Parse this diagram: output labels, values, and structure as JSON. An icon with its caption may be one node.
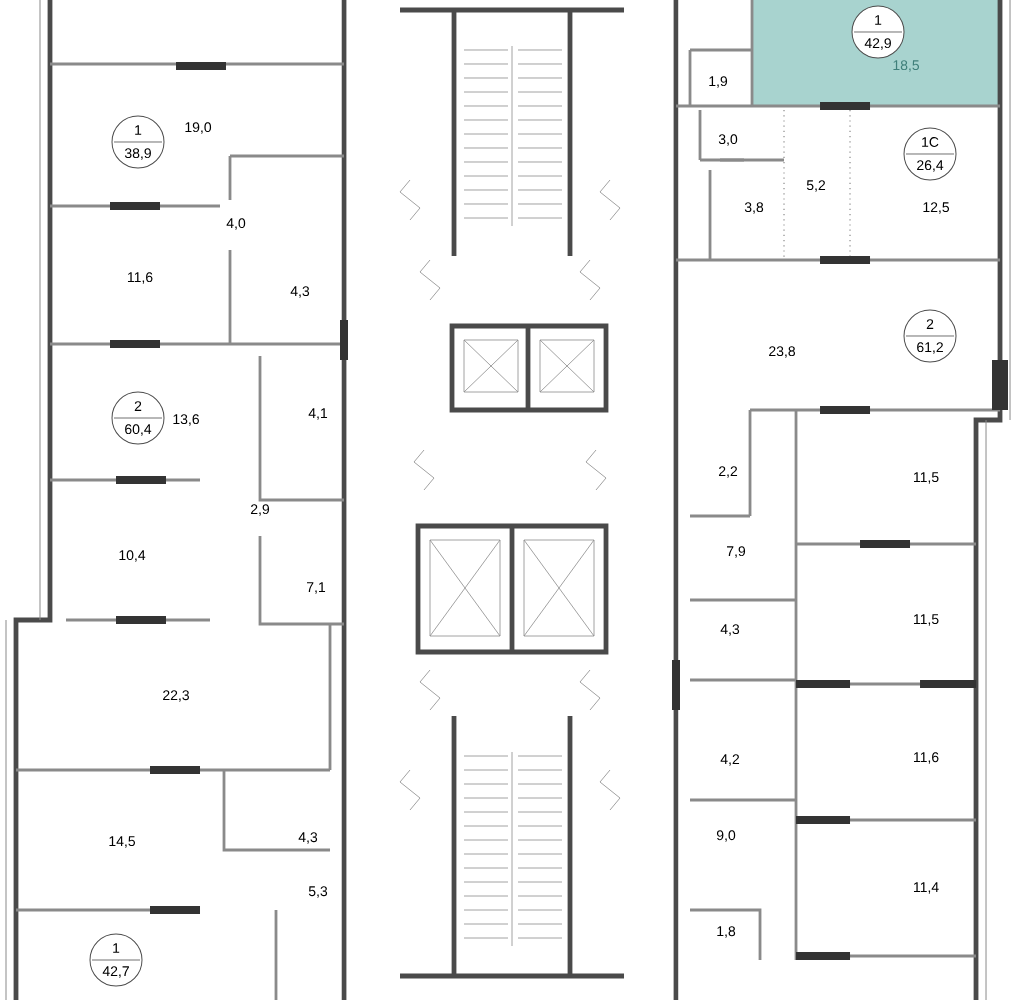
{
  "diagram": {
    "nodes": [
      {
        "text": [
          "1",
          "42,9"
        ]
      },
      {
        "text": [
          "1",
          "38,9"
        ]
      },
      {
        "text": [
          "1С",
          "26,4"
        ]
      },
      {
        "text": [
          "2",
          "61,2"
        ]
      },
      {
        "text": [
          "2",
          "60,4"
        ]
      },
      {
        "text": [
          "1",
          "42,7"
        ]
      }
    ],
    "labels": [
      "18,5",
      "1,9",
      "19,0",
      "3,0",
      "5,2",
      "3,8",
      "12,5",
      "4,0",
      "11,6",
      "4,3",
      "23,8",
      "4,1",
      "13,6",
      "2,2",
      "11,5",
      "2,9",
      "10,4",
      "7,9",
      "7,1",
      "11,5",
      "4,3",
      "22,3",
      "4,2",
      "11,6",
      "14,5",
      "4,3",
      "9,0",
      "5,3",
      "11,4",
      "1,8"
    ]
  }
}
